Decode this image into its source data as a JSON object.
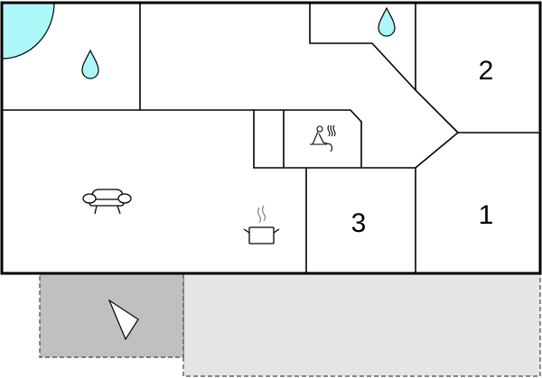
{
  "rooms": {
    "bedroom_1": {
      "label": "1"
    },
    "bedroom_2": {
      "label": "2"
    },
    "bedroom_3": {
      "label": "3"
    }
  },
  "icons": {
    "pool": "pool-icon",
    "bathroom_1": "water-drop-icon",
    "bathroom_2": "water-drop-icon",
    "living_room": "sofa-icon",
    "kitchen": "cooking-pot-icon",
    "sauna": "sauna-icon",
    "terrace": "direction-arrow-icon"
  },
  "colors": {
    "pool": "#AEF7F9",
    "water": "#AEF7F9",
    "terrace_dark": "#C0C0C0",
    "terrace_light": "#E5E5E5",
    "walls": "#000000"
  }
}
